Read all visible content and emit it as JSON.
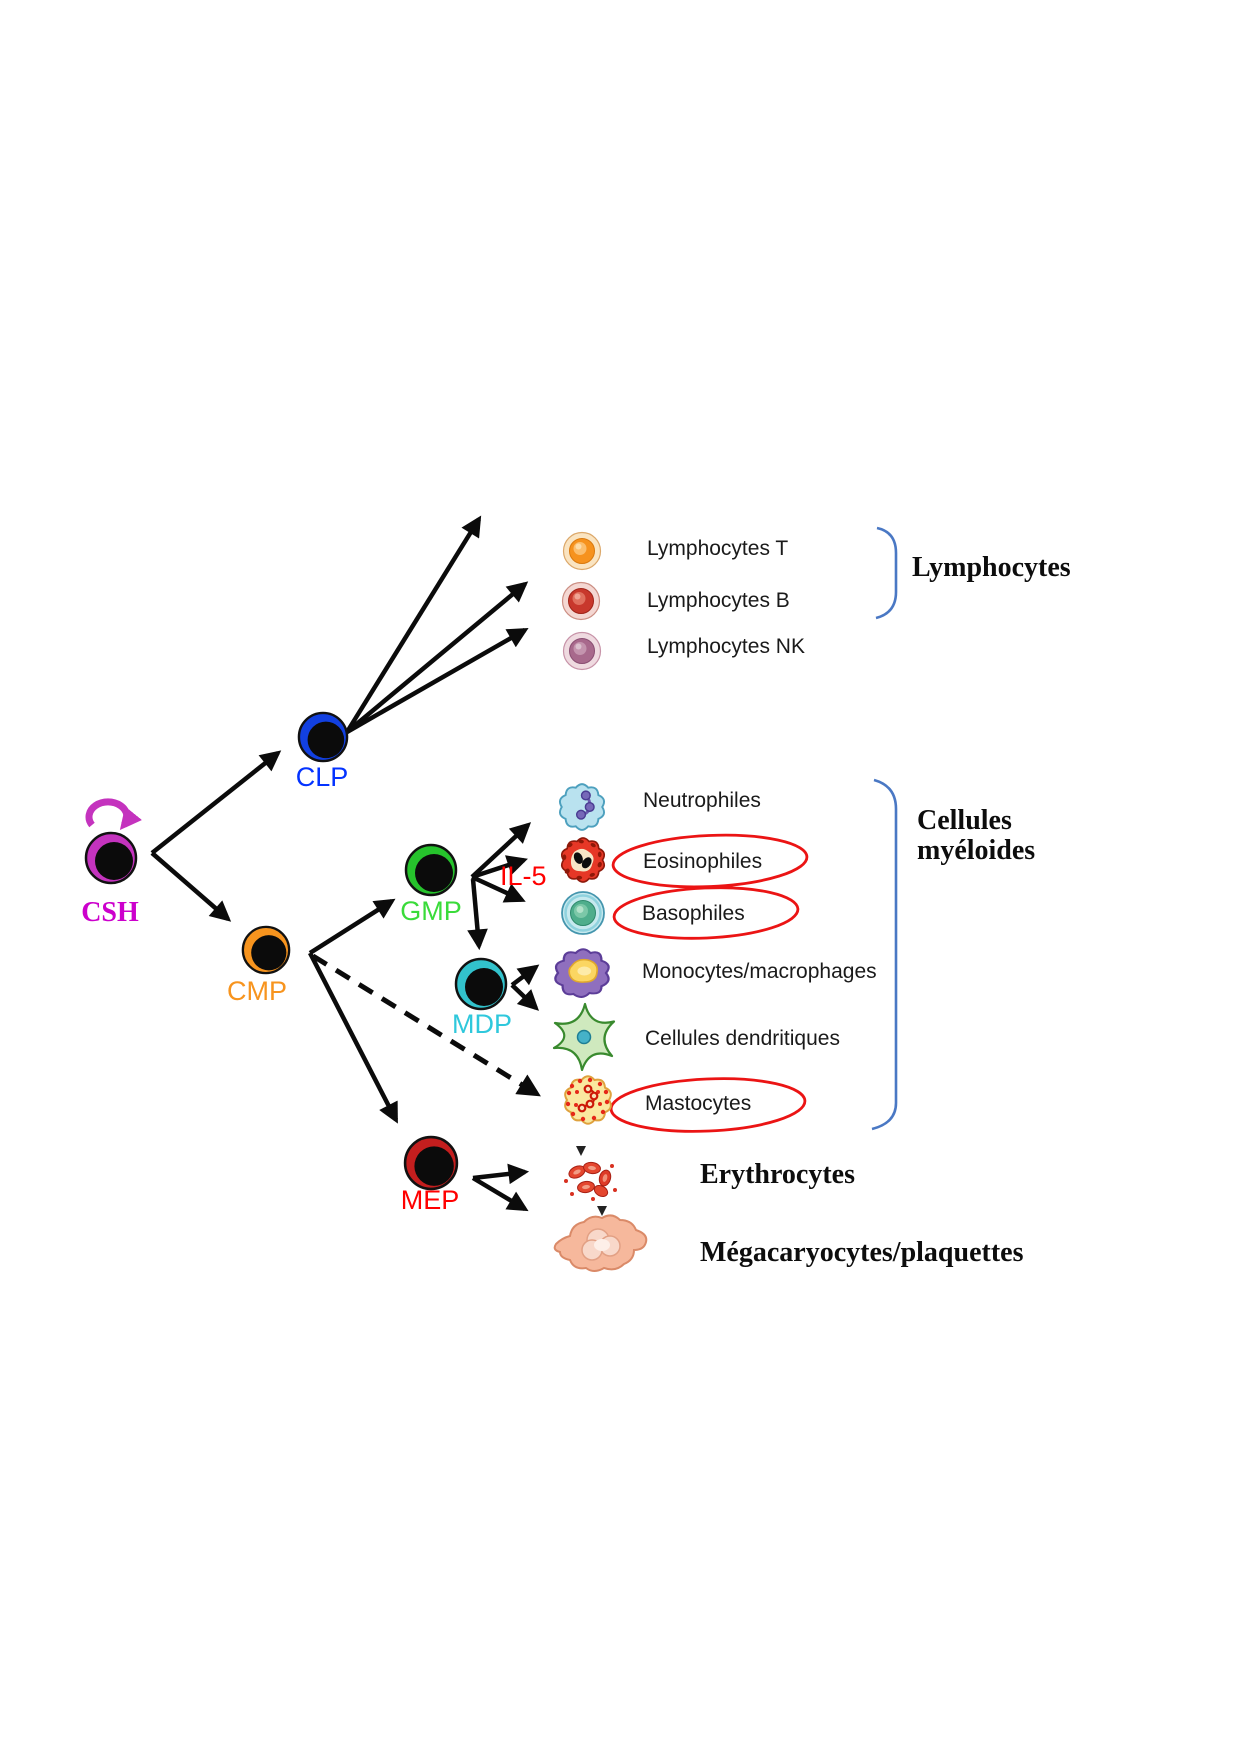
{
  "stem": {
    "label": "CSH",
    "icon": "stem-cell",
    "self_renewal_icon": "self-renewal-arrow"
  },
  "progenitors": [
    {
      "label": "CLP"
    },
    {
      "label": "CMP"
    },
    {
      "label": "GMP"
    },
    {
      "label": "MDP"
    },
    {
      "label": "MEP"
    }
  ],
  "cytokine": {
    "label": "IL-5"
  },
  "lymphoid": {
    "title": "Lymphocytes",
    "items": [
      {
        "label": "Lymphocytes T",
        "icon": "t-lymphocyte-cell"
      },
      {
        "label": "Lymphocytes B",
        "icon": "b-lymphocyte-cell"
      },
      {
        "label": "Lymphocytes NK",
        "icon": "nk-lymphocyte-cell"
      }
    ]
  },
  "myeloid": {
    "title_line1": "Cellules",
    "title_line2": "myéloides",
    "items": [
      {
        "label": "Neutrophiles",
        "circled": false,
        "icon": "neutrophil-cell"
      },
      {
        "label": "Eosinophiles",
        "circled": true,
        "icon": "eosinophil-cell"
      },
      {
        "label": "Basophiles",
        "circled": true,
        "icon": "basophil-cell"
      },
      {
        "label": "Monocytes/macrophages",
        "circled": false,
        "icon": "monocyte-macrophage-cell"
      },
      {
        "label": "Cellules dendritiques",
        "circled": false,
        "icon": "dendritic-cell"
      },
      {
        "label": "Mastocytes",
        "circled": true,
        "icon": "mast-cell"
      }
    ]
  },
  "erythroid": {
    "items": [
      {
        "label": "Erythrocytes",
        "icon": "erythrocytes-cluster"
      },
      {
        "label": "Mégacaryocytes/plaquettes",
        "icon": "megakaryocyte-cell"
      }
    ]
  },
  "colors": {
    "csh_ring": "#C433BE",
    "csh_text": "#CC00CC",
    "clp_ring": "#1240E0",
    "clp_text": "#0433FF",
    "cmp_ring": "#F7941E",
    "cmp_text": "#F7941E",
    "gmp_ring": "#26C32C",
    "gmp_text": "#3ADB3A",
    "mdp_ring": "#32C2CC",
    "mdp_text": "#2FC8DC",
    "mep_ring": "#C41E1E",
    "mep_text": "#FF0000",
    "il5_text": "#FF0000",
    "arrow": "#0B0B0B",
    "bracket": "#4A78C4",
    "highlight_ellipse": "#EB1414",
    "label_text": "#1A1A1A"
  }
}
